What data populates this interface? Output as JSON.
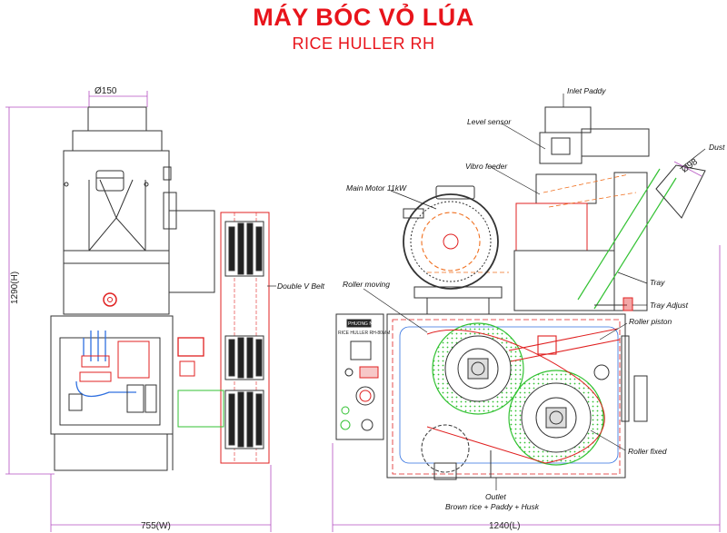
{
  "title": {
    "main": "MÁY BÓC VỎ LÚA",
    "sub": "RICE HULLER RH"
  },
  "dimensions": {
    "diameter_top": "Ø150",
    "height": "1290(H)",
    "width": "755(W)",
    "length": "1240(L)",
    "diameter_dust": "Ø98"
  },
  "labels": {
    "inlet_paddy": "Inlet Paddy",
    "level_sensor": "Level sensor",
    "vibro_feeder": "Vibro feeder",
    "main_motor": "Main Motor 11kW",
    "dust": "Dust",
    "double_v_belt": "Double V Belt",
    "roller_moving": "Roller moving",
    "tray": "Tray",
    "tray_adjust": "Tray Adjust",
    "roller_piston": "Roller piston",
    "roller_fixed": "Roller fixed",
    "outlet": "Outlet",
    "outlet_detail": "Brown rice + Paddy + Husk"
  },
  "panel": {
    "brand": "PHUONG NAM",
    "model": "RICE HULLER RH-80MM"
  },
  "colors": {
    "title": "#e8141b",
    "dimension": "#b44fc0",
    "green": "#33c233",
    "red": "#e02020",
    "orange": "#f07020",
    "blue": "#3070e0"
  }
}
